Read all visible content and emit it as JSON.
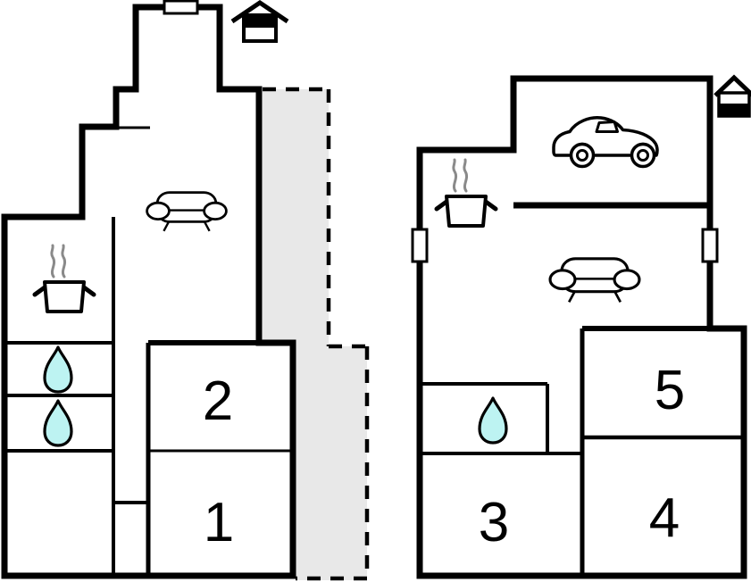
{
  "diagram": {
    "type": "floor-plan",
    "description": "Two-unit floor plan with numbered rooms, dashed terrace area and garage",
    "rooms": {
      "r1": "1",
      "r2": "2",
      "r3": "3",
      "r4": "4",
      "r5": "5"
    },
    "left_building": {
      "icons": [
        "compass-house-icon",
        "window-icon",
        "sofa-icon",
        "cooking-pot-icon",
        "steam-icon",
        "water-drop-icon",
        "water-drop-icon"
      ],
      "areas": [
        "living-room",
        "kitchen",
        "bathroom-1",
        "bathroom-2",
        "room-1",
        "room-2",
        "hallway",
        "terrace-dashed"
      ]
    },
    "right_building": {
      "icons": [
        "compass-house-icon",
        "car-icon",
        "window-icon",
        "window-icon",
        "sofa-icon",
        "cooking-pot-icon",
        "steam-icon",
        "water-drop-icon"
      ],
      "areas": [
        "garage",
        "living-room",
        "kitchen",
        "bathroom",
        "room-3",
        "room-4",
        "room-5"
      ]
    },
    "colors": {
      "wall": "#000000",
      "background": "#ffffff",
      "terrace_fill": "#e8e8e8",
      "water_drop_fill": "#bdf3f2",
      "steam": "#8a8a8a"
    }
  }
}
